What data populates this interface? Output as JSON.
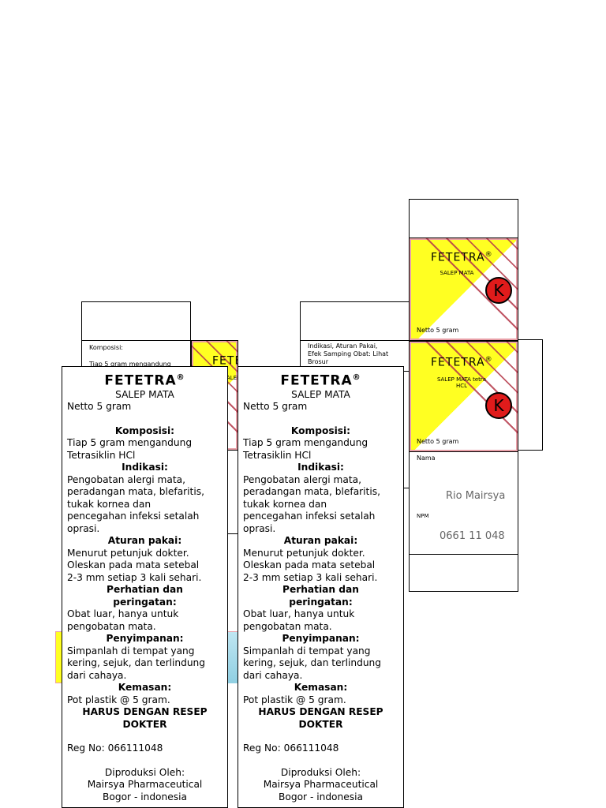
{
  "brand": "FETETRA",
  "reg_mark": "®",
  "panels": {
    "top": {
      "subtitle": "SALEP MATA",
      "netto": "Netto 5 gram",
      "badge": "K"
    },
    "middle": {
      "subtitle_line1": "SALEP MATA tetra",
      "subtitle_line2": "HCL",
      "netto": "Netto 5 gram",
      "badge": "K"
    },
    "left_back": {
      "komposisi": "Komposisi:",
      "tiap": "Tiap 5 gram mengandung"
    },
    "right_back": {
      "line1": "Indikasi, Aturan Pakai,",
      "line2": "Efek Samping Obat: Lihat",
      "line3": "Brosur"
    },
    "side_peek": "ALEP"
  },
  "identity": {
    "nama_label": "Nama",
    "nama_value": "Rio Mairsya",
    "npm_label": "NPM",
    "npm_value": "0661 11 048"
  },
  "card": {
    "subtitle": "SALEP MATA",
    "netto": "Netto 5 gram",
    "komposisi_h": "Komposisi:",
    "komposisi_1": "Tiap 5 gram mengandung",
    "komposisi_2": "Tetrasiklin HCl",
    "indikasi_h": "Indikasi:",
    "indikasi_1": "Pengobatan alergi mata,",
    "indikasi_2": "peradangan mata, blefaritis,",
    "indikasi_3": "tukak kornea dan",
    "indikasi_4": "pencegahan infeksi setalah",
    "indikasi_5": "oprasi.",
    "aturan_h": "Aturan pakai:",
    "aturan_1": "Menurut petunjuk dokter.",
    "aturan_2": "Oleskan pada mata setebal",
    "aturan_3": "2-3 mm setiap 3 kali sehari.",
    "perhatian_h1": "Perhatian dan",
    "perhatian_h2": "peringatan:",
    "perhatian_1": "Obat  luar, hanya untuk",
    "perhatian_2": "pengobatan mata.",
    "penyimpanan_h": "Penyimpanan:",
    "penyimpanan_1": "Simpanlah di tempat yang",
    "penyimpanan_2": "kering, sejuk, dan terlindung",
    "penyimpanan_3": "dari cahaya.",
    "kemasan_h": "Kemasan:",
    "kemasan_1": "Pot plastik @ 5 gram.",
    "resep_1": "HARUS DENGAN RESEP",
    "resep_2": "DOKTER",
    "reg": "Reg No: 066111048",
    "produksi_1": "Diproduksi Oleh:",
    "produksi_2": "Mairsya Pharmaceutical",
    "produksi_3": "Bogor - indonesia"
  }
}
